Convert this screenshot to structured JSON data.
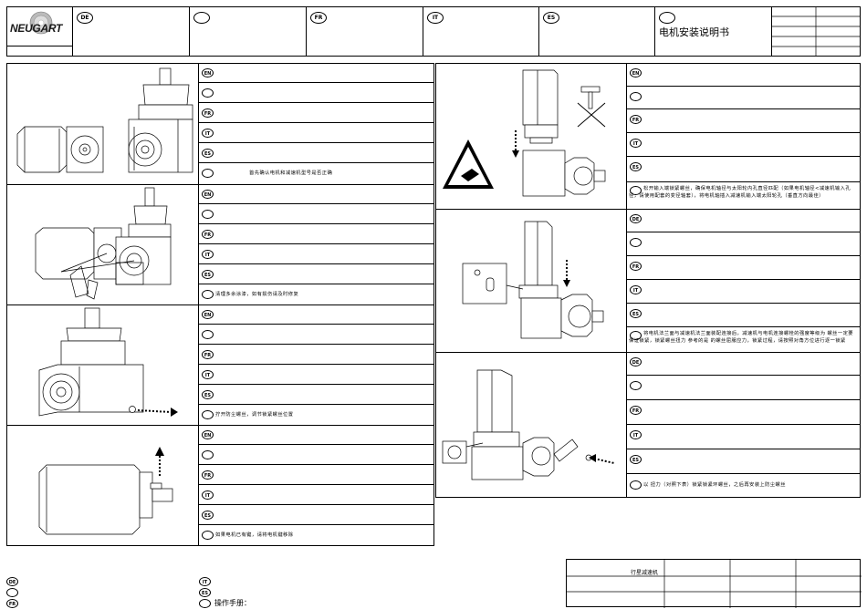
{
  "header": {
    "logo": "NEUGART",
    "languages": [
      "DE",
      "",
      "FR",
      "IT",
      "ES",
      ""
    ],
    "title": "电机安装说明书"
  },
  "left_steps": [
    {
      "rows": [
        "EN",
        "",
        "FR",
        "IT",
        "ES",
        ""
      ],
      "zh": "首先确认电机和减速机型号是否正确"
    },
    {
      "rows": [
        "EN",
        "",
        "FR",
        "IT",
        "ES",
        ""
      ],
      "zh": "清理多余涂漆，如有损伤请及时修复"
    },
    {
      "rows": [
        "EN",
        "",
        "FR",
        "IT",
        "ES",
        ""
      ],
      "zh": "拧开防尘螺丝，调节锁紧螺丝位置"
    },
    {
      "rows": [
        "EN",
        "",
        "FR",
        "IT",
        "ES",
        ""
      ],
      "zh": "如果电机已有键，请将电机键移除"
    }
  ],
  "right_steps": [
    {
      "rows": [
        "EN",
        "",
        "FR",
        "IT",
        "ES"
      ],
      "zh": "松开输入端锁紧螺丝，确保电机轴径与太阳轮内孔直径匹配（如果电机轴径<减速机输入孔径，请使用配套的变径轴套），将电机轴插入减速机输入端太阳轮孔（垂直方向最佳）"
    },
    {
      "rows": [
        "DE",
        "",
        "FR",
        "IT",
        "ES"
      ],
      "zh": "将电机法兰面与减速机法兰面装配连接后，减速机与电机连接螺栓的强度等级为    螺丝一定要保证锁紧，锁紧螺丝扭力    参考的是    的螺丝屈服应力，锁紧过程，请按照对角方位进行逐一锁紧"
    },
    {
      "rows": [
        "DE",
        "",
        "FR",
        "IT",
        "ES"
      ],
      "zh": "以    扭力（对照下表）锁紧锁紧环螺丝，之后再安装上防尘螺丝"
    }
  ],
  "footer": {
    "left": [
      "DE",
      "",
      "FR"
    ],
    "mid": [
      "IT",
      "ES",
      ""
    ],
    "manual_label": "操作手册：",
    "table_label": "行星减速机"
  }
}
